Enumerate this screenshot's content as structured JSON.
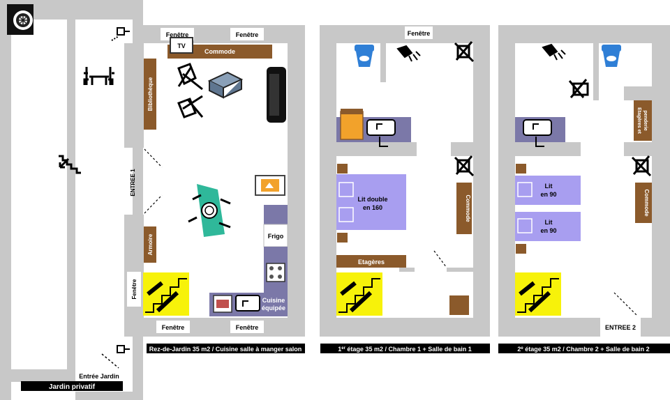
{
  "colors": {
    "wall": "#c8c8c8",
    "furniture_brown": "#8b5a2b",
    "bed_lavender": "#a89ef0",
    "kitchen_purple": "#7b78a8",
    "stairs_yellow": "#f7f20a",
    "table_teal": "#2fb89a",
    "caption_bg": "#000000",
    "wc_blue": "#2f7fd6"
  },
  "garden": {
    "caption": "Jardin privatif",
    "entry_label": "Entrée Jardin"
  },
  "ground_floor": {
    "caption": "Rez-de-Jardin 35 m2 / Cuisine salle à manger salon",
    "window_top_left": "Fenêtre",
    "window_top_right": "Fenêtre",
    "window_bottom_left": "Fenêtre",
    "window_bottom_right": "Fenêtre",
    "window_side": "Fenêtre",
    "tv_label": "TV",
    "commode": "Commode",
    "bibliotheque": "Bibliothèque",
    "armoire": "Armoire",
    "entree": "ENTREE 1",
    "frigo": "Frigo",
    "kitchen_line1": "Cuisine",
    "kitchen_line2": "équipée"
  },
  "first_floor": {
    "caption_prefix": "1",
    "caption_sup": "er",
    "caption_rest": " étage 35 m2 / Chambre 1 + Salle de bain 1",
    "window": "Fenêtre",
    "bed_line1": "Lit double",
    "bed_line2": "en 160",
    "commode": "Commode",
    "etageres": "Etagères"
  },
  "second_floor": {
    "caption_prefix": "2",
    "caption_sup": "e",
    "caption_rest": " étage  35 m2 / Chambre 2 + Salle de bain 2",
    "bed1_line1": "Lit",
    "bed1_line2": "en 90",
    "bed2_line1": "Lit",
    "bed2_line2": "en 90",
    "etageres_line1": "Etagères et",
    "etageres_line2": "penderie",
    "commode": "Commode",
    "entree": "ENTREE 2"
  }
}
